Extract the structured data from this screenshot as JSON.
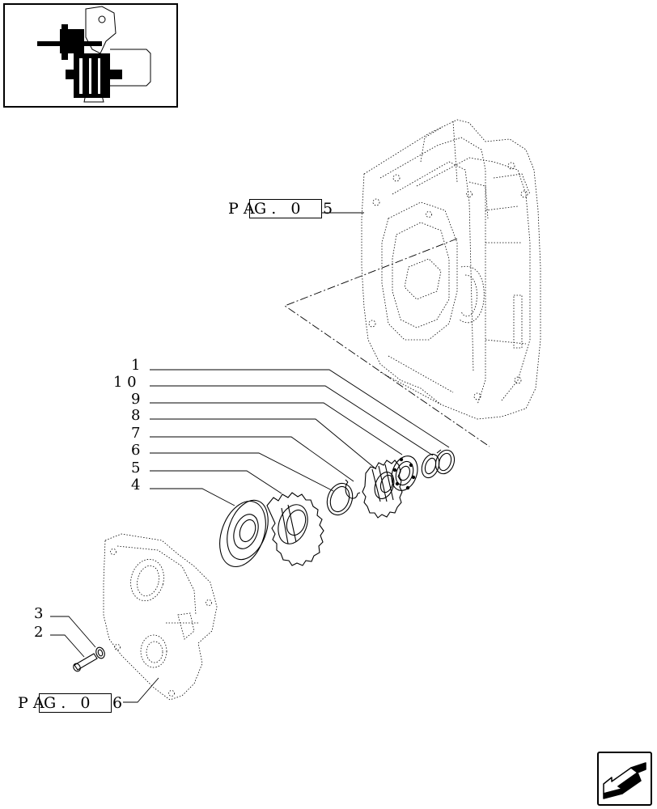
{
  "callouts": [
    {
      "id": "1",
      "label": "1"
    },
    {
      "id": "10",
      "label": "1 0"
    },
    {
      "id": "9",
      "label": "9"
    },
    {
      "id": "8",
      "label": "8"
    },
    {
      "id": "7",
      "label": "7"
    },
    {
      "id": "6",
      "label": "6"
    },
    {
      "id": "5",
      "label": "5"
    },
    {
      "id": "4",
      "label": "4"
    },
    {
      "id": "3",
      "label": "3"
    },
    {
      "id": "2",
      "label": "2"
    }
  ],
  "page_refs": {
    "top": {
      "prefix": "P A",
      "boxed": "G .   0",
      "suffix": "5"
    },
    "bottom": {
      "prefix": "P A",
      "boxed": "G .   0",
      "suffix": "6"
    }
  },
  "icons": {
    "thumbnail": "assembly-thumbnail-icon",
    "navigation": "next-page-arrow-icon"
  }
}
